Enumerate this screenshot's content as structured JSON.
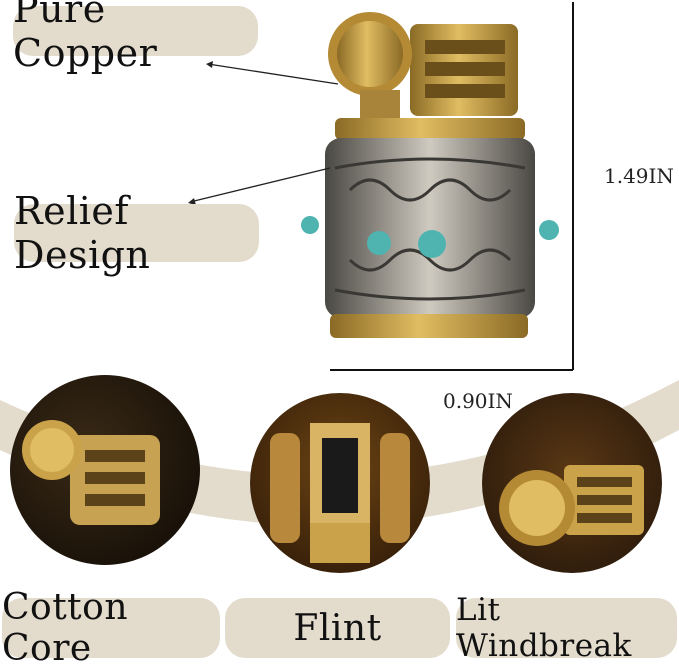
{
  "labels": {
    "pure_copper": "Pure Copper",
    "relief_design": "Relief Design",
    "cotton_core": "Cotton Core",
    "flint": "Flint",
    "lit_windbreak": "Lit Windbreak"
  },
  "dimensions": {
    "height": "1.49IN",
    "width": "0.90IN"
  },
  "colors": {
    "label_bg": "#e3dccd",
    "arc_band": "#e3dccd",
    "brass": "#c9a24a",
    "silver": "#b8b4ad",
    "turquoise": "#4fb3b0"
  },
  "icons": {
    "product": "lighter-product-image",
    "detail_1": "cotton-core-detail-image",
    "detail_2": "flint-detail-image",
    "detail_3": "windbreak-detail-image"
  }
}
